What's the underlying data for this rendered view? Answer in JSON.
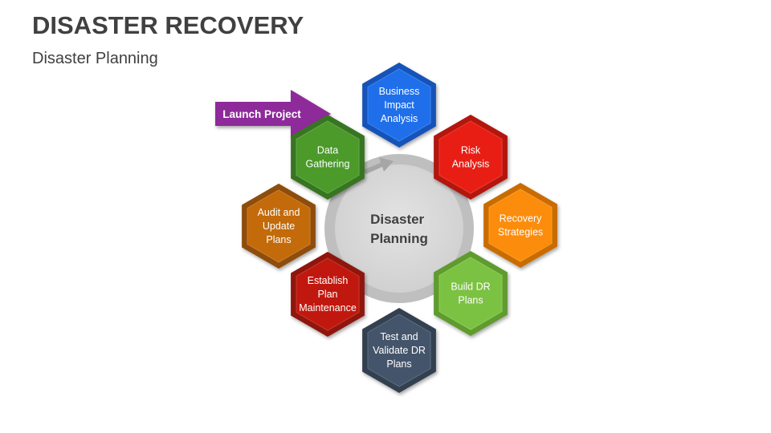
{
  "header": {
    "title": "DISASTER RECOVERY",
    "subtitle": "Disaster Planning"
  },
  "diagram": {
    "center_label": [
      "Disaster",
      "Planning"
    ],
    "launch_label": "Launch Project",
    "launch_color": "#8e2c9a",
    "ring_color": "#bfbfbf",
    "center_color": "#d9d9d9",
    "steps": [
      {
        "name": "business-impact-analysis",
        "lines": [
          "Business",
          "Impact",
          "Analysis"
        ],
        "color": "#1f6feb",
        "border": "#1753b8"
      },
      {
        "name": "risk-analysis",
        "lines": [
          "Risk",
          "Analysis"
        ],
        "color": "#e81e14",
        "border": "#b3170f"
      },
      {
        "name": "recovery-strategies",
        "lines": [
          "Recovery",
          "Strategies"
        ],
        "color": "#fb8c0c",
        "border": "#c96c06"
      },
      {
        "name": "build-dr-plans",
        "lines": [
          "Build DR",
          "Plans"
        ],
        "color": "#7cc242",
        "border": "#5f9b2f"
      },
      {
        "name": "test-and-validate-dr-plans",
        "lines": [
          "Test and",
          "Validate DR",
          "Plans"
        ],
        "color": "#44546a",
        "border": "#333f50"
      },
      {
        "name": "establish-plan-maintenance",
        "lines": [
          "Establish",
          "Plan",
          "Maintenance"
        ],
        "color": "#c0180e",
        "border": "#8f120a"
      },
      {
        "name": "audit-and-update-plans",
        "lines": [
          "Audit and",
          "Update",
          "Plans"
        ],
        "color": "#c36a0a",
        "border": "#8e4d07"
      },
      {
        "name": "data-gathering",
        "lines": [
          "Data",
          "Gathering"
        ],
        "color": "#4b9a2a",
        "border": "#387420"
      }
    ]
  }
}
